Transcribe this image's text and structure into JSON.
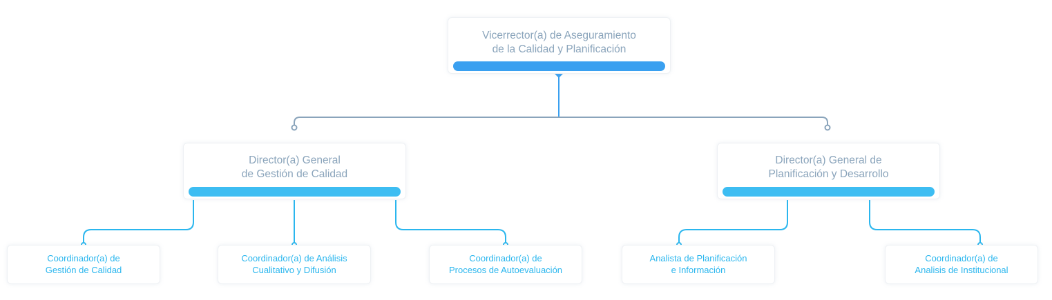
{
  "org_chart": {
    "root": {
      "label": "Vicerrector(a) de Aseguramiento\nde la Calidad y Planificación"
    },
    "directors": [
      {
        "label": "Director(a) General\nde Gestión de Calidad",
        "subordinates": [
          {
            "label": "Coordinador(a) de\nGestión de Calidad"
          },
          {
            "label": "Coordinador(a) de Análisis\nCualitativo y Difusión"
          },
          {
            "label": "Coordinador(a) de\nProcesos de Autoevaluación"
          }
        ]
      },
      {
        "label": "Director(a) General de\nPlanificación y Desarrollo",
        "subordinates": [
          {
            "label": "Analista de Planificación\ne Información"
          },
          {
            "label": "Coordinador(a) de\nAnalisis de Institucional"
          }
        ]
      }
    ]
  },
  "colors": {
    "connector_root": "#3aa0f0",
    "connector_mid": "#8aa4bb",
    "connector_leaf": "#2ab6ee",
    "header_text": "#8aa4bb",
    "leaf_text": "#2ab6ee",
    "root_bar": "#3aa0f0",
    "director_bar": "#3dbdf2"
  }
}
